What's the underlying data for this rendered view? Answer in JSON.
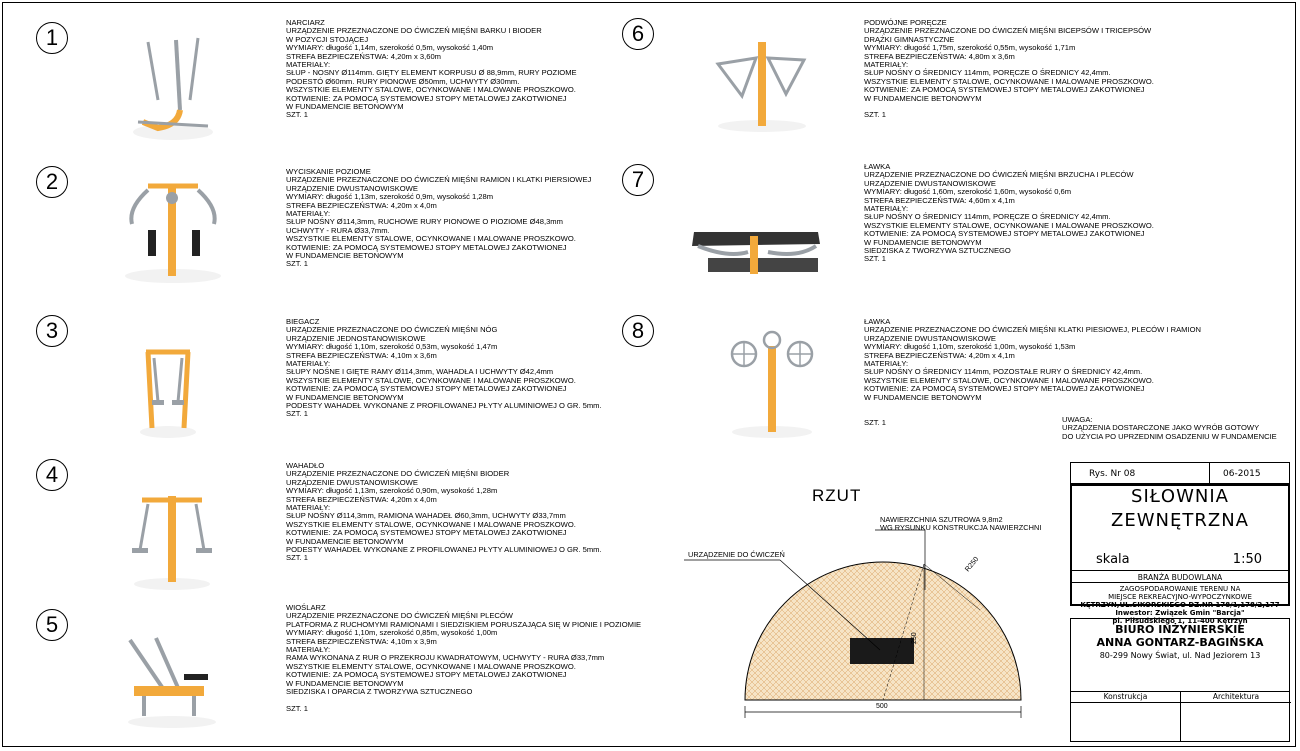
{
  "items": [
    {
      "num": "1",
      "lines": [
        "NARCIARZ",
        "URZĄDZENIE PRZEZNACZONE DO ĆWICZEŃ MIĘŚNI BARKU I BIODER",
        "W POZYCJI STOJĄCEJ",
        "WYMIARY: długość 1,14m, szerokość 0,5m, wysokość 1,40m",
        "STREFA BEZPIECZEŃSTWA: 4,20m x 3,60m",
        "MATERIAŁY:",
        "SŁUP - NOSNY Ø114mm. GIĘTY  ELEMENT KORPUSU Ø 88,9mm, RURY POZIOME",
        "PODESTÓ Ø60mm. RURY PIONOWE Ø50mm, UCHWYTY Ø30mm.",
        "WSZYSTKIE ELEMENTY STALOWE, OCYNKOWANE I MALOWANE PROSZKOWO.",
        "KOTWIENIE: ZA POMOCĄ SYSTEMOWEJ STOPY METALOWEJ ZAKOTWIONEJ",
        "W FUNDAMENCIE BETONOWYM",
        "SZT. 1"
      ]
    },
    {
      "num": "2",
      "lines": [
        "WYCISKANIE POZIOME",
        "URZĄDZENIE PRZEZNACZONE DO ĆWICZEŃ MIĘŚNI RAMION I KLATKI PIERSIOWEJ",
        "URZĄDZENIE DWUSTANOWISKOWE",
        "WYMIARY: długość 1,13m, szerokość 0,9m, wysokość 1,28m",
        "STREFA BEZPIECZEŃSTWA: 4,20m x 4,0m",
        "MATERIAŁY:",
        "SŁUP NOŚNY Ø114,3mm, RUCHOWE RURY PIONOWE O PIOZIOME Ø48,3mm",
        "UCHWYTY - RURA Ø33,7mm.",
        "WSZYSTKIE ELEMENTY STALOWE, OCYNKOWANE I MALOWANE PROSZKOWO.",
        "KOTWIENIE: ZA POMOCĄ SYSTEMOWEJ STOPY METALOWEJ ZAKOTWIONEJ",
        "W FUNDAMENCIE BETONOWYM",
        "SZT. 1"
      ]
    },
    {
      "num": "3",
      "lines": [
        "BIEGACZ",
        "URZĄDZENIE PRZEZNACZONE DO ĆWICZEŃ MIĘŚNI NÓG",
        "URZĄDZENIE JEDNOSTANOWISKOWE",
        "WYMIARY: długość 1,10m, szerokość 0,53m, wysokość 1,47m",
        "STREFA BEZPIECZEŃSTWA: 4,10m x 3,6m",
        "MATERIAŁY:",
        "SŁUPY NOŚNE I GIĘTE RAMY Ø114,3mm, WAHADŁA I UCHWYTY Ø42,4mm",
        "WSZYSTKIE ELEMENTY STALOWE, OCYNKOWANE I MALOWANE PROSZKOWO.",
        "KOTWIENIE: ZA POMOCĄ SYSTEMOWEJ STOPY METALOWEJ ZAKOTWIONEJ",
        "W FUNDAMENCIE BETONOWYM",
        "PODESTY WAHADEŁ WYKONANE Z PROFILOWANEJ PŁYTY ALUMINIOWEJ O GR. 5mm.",
        "SZT. 1"
      ]
    },
    {
      "num": "4",
      "lines": [
        "WAHADŁO",
        "URZĄDZENIE PRZEZNACZONE DO ĆWICZEŃ MIĘŚNI BIODER",
        "URZĄDZENIE DWUSTANOWISKOWE",
        "WYMIARY: długość 1,13m, szerokość 0,90m, wysokość 1,28m",
        "STREFA BEZPIECZEŃSTWA: 4,20m x 4,0m",
        "MATERIAŁY:",
        "SŁUP NOŚNY  Ø114,3mm, RAMIONA WAHADEŁ Ø60,3mm, UCHWYTY Ø33,7mm",
        "WSZYSTKIE ELEMENTY STALOWE, OCYNKOWANE I MALOWANE PROSZKOWO.",
        "KOTWIENIE: ZA POMOCĄ SYSTEMOWEJ STOPY METALOWEJ ZAKOTWIONEJ",
        "W FUNDAMENCIE BETONOWYM",
        "PODESTY WAHADEŁ WYKONANE Z PROFILOWANEJ PŁYTY ALUMINIOWEJ O GR. 5mm.",
        "SZT. 1"
      ]
    },
    {
      "num": "5",
      "lines": [
        "WIOŚLARZ",
        "URZĄDZENIE PRZEZNACZONE DO ĆWICZEŃ MIĘŚNI PLECÓW",
        "PLATFORMA Z RUCHOMYMI RAMIONAMI I SIEDZISKIEM PORUSZAJĄCA SIĘ W PIONIE I POZIOMIE",
        "WYMIARY: długość 1,10m, szerokość 0,85m, wysokość 1,00m",
        "STREFA BEZPIECZEŃSTWA: 4,10m x 3,9m",
        "MATERIAŁY:",
        "RAMA WYKONANA Z RUR O PRZEKROJU KWADRATOWYM, UCHWYTY - RURA Ø33,7mm",
        "WSZYSTKIE ELEMENTY STALOWE, OCYNKOWANE I MALOWANE PROSZKOWO.",
        "KOTWIENIE: ZA POMOCĄ SYSTEMOWEJ STOPY METALOWEJ ZAKOTWIONEJ",
        "W FUNDAMENCIE BETONOWYM",
        "SIEDZISKA I OPARCIA Z TWORZYWA SZTUCZNEGO",
        "",
        "SZT. 1"
      ]
    },
    {
      "num": "6",
      "lines": [
        "PODWÓJNE PORĘCZE",
        "URZĄDZENIE PRZEZNACZONE DO ĆWICZEŃ MIĘŚNI BICEPSÓW I TRICEPSÓW",
        "DRĄŻKI GIMNASTYCZNE",
        "WYMIARY: długość 1,75m, szerokość 0,55m, wysokość 1,71m",
        "STREFA BEZPIECZEŃSTWA: 4,80m x 3,6m",
        "MATERIAŁY:",
        "SŁUP NOŚNY O ŚREDNICY 114mm, PORĘCZE O ŚREDNICY 42,4mm.",
        "WSZYSTKIE ELEMENTY STALOWE, OCYNKOWANE I MALOWANE PROSZKOWO.",
        "KOTWIENIE: ZA POMOCĄ SYSTEMOWEJ STOPY METALOWEJ ZAKOTWIONEJ",
        "W FUNDAMENCIE BETONOWYM",
        "",
        "SZT. 1"
      ]
    },
    {
      "num": "7",
      "lines": [
        "ŁAWKA",
        "URZĄDZENIE PRZEZNACZONE DO ĆWICZEŃ MIĘŚNI BRZUCHA I PLECÓW",
        "URZĄDZENIE DWUSTANOWISKOWE",
        "WYMIARY: długość 1,60m, szerokość 1,60m, wysokość 0,6m",
        "STREFA BEZPIECZEŃSTWA: 4,60m x 4,1m",
        "MATERIAŁY:",
        "SŁUP NOŚNY O ŚREDNICY 114mm, PORĘCZE O ŚREDNICY 42,4mm.",
        "WSZYSTKIE ELEMENTY STALOWE, OCYNKOWANE I MALOWANE PROSZKOWO.",
        "KOTWIENIE: ZA POMOCĄ SYSTEMOWEJ STOPY METALOWEJ ZAKOTWIONEJ",
        "W FUNDAMENCIE BETONOWYM",
        "SIEDZISKA  Z TWORZYWA SZTUCZNEGO",
        "SZT. 1"
      ]
    },
    {
      "num": "8",
      "lines": [
        "ŁAWKA",
        "URZĄDZENIE PRZEZNACZONE DO ĆWICZEŃ MIĘŚNI KLATKI PIESIOWEJ, PLECÓW I  RAMION",
        "URZĄDZENIE DWUSTANOWISKOWE",
        "WYMIARY: długość 1,10m, szerokość 1,00m, wysokość 1,53m",
        "STREFA BEZPIECZEŃSTWA: 4,20m x 4,1m",
        "MATERIAŁY:",
        "SŁUP NOŚNY O ŚREDNICY 114mm, POZOSTAŁE RURY O ŚREDNICY 42,4mm.",
        "WSZYSTKIE ELEMENTY STALOWE, OCYNKOWANE I MALOWANE PROSZKOWO.",
        "KOTWIENIE: ZA POMOCĄ SYSTEMOWEJ STOPY METALOWEJ ZAKOTWIONEJ",
        "W FUNDAMENCIE BETONOWYM",
        "",
        "",
        "SZT. 1"
      ]
    }
  ],
  "uwaga": [
    "UWAGA:",
    "URZĄDZENIA DOSTARCZONE JAKO WYRÓB GOTOWY",
    "DO UŻYCIA PO UPRZEDNIM OSADZENIU W FUNDAMENCIE"
  ],
  "rzut": {
    "title": "RZUT",
    "label_surface_1": "NAWIERZCHNIA SZUTROWA 9,8m2",
    "label_surface_2": "WG RYSUNKU KONSTRUKCJA NAWIERZCHNI",
    "label_device": "URZĄDZENIE DO ĆWICZEŃ",
    "dim_radius": "R250",
    "dim_height": "250",
    "dim_width": "500"
  },
  "title_block": {
    "rys": "Rys. Nr 08",
    "date": "06-2015",
    "title_1": "SIŁOWNIA",
    "title_2": "ZEWNĘTRZNA",
    "skala_label": "skala",
    "skala_value": "1:50",
    "branza": "BRANŻA BUDOWLANA",
    "zag_1": "ZAGOSPODAROWANIE TERENU NA",
    "zag_2": "MIEJSCE REKREACYJNO-WYPOCZYNKOWE",
    "zag_3": "KĘTRZYN,UL.SIKORSKIEGO DZ.NR 178/1,178/2,177",
    "inwestor_1": "Inwestor: Związek Gmin \"Barcja\"",
    "inwestor_2": "pl. Piłsudskiego 1, 11-400 Kętrzyn",
    "biuro_1": "BIURO INŻYNIERSKIE",
    "biuro_2": "ANNA GONTARZ-BAGIŃSKA",
    "biuro_3": "80-299 Nowy Świat, ul. Nad Jeziorem 13",
    "col_1": "Konstrukcja",
    "col_2": "Architektura"
  },
  "colors": {
    "accent": "#f2a93b",
    "steel": "#9aa0a6",
    "hatch": "#f3dcb8"
  }
}
